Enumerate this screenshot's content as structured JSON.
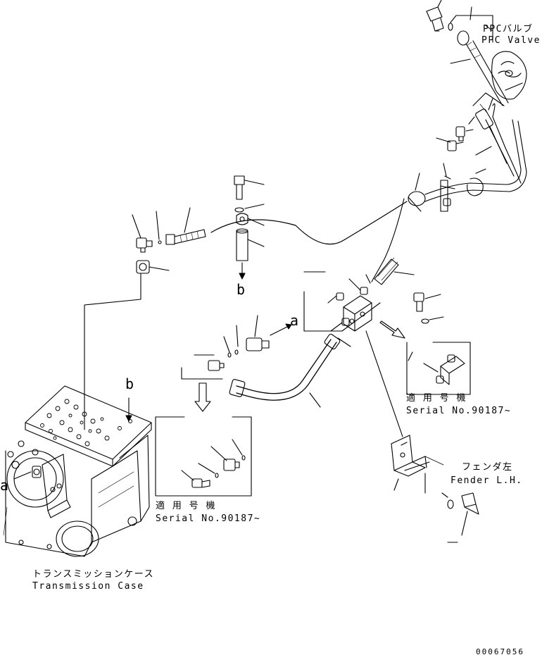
{
  "labels": {
    "ppc_valve_jp": "PPCバルブ",
    "ppc_valve_en": "PPC Valve",
    "transmission_case_jp": "トランスミッションケース",
    "transmission_case_en": "Transmission Case",
    "fender_jp": "フェンダ左",
    "fender_en": "Fender L.H.",
    "serial_applies_jp": "適 用 号 機",
    "serial_applies_en": "Serial No.90187~",
    "serial_applies_jp_2": "適 用 号 機",
    "serial_applies_en_2": "Serial No.90187~",
    "ref_a_1": "a",
    "ref_a_2": "a",
    "ref_b_1": "b",
    "ref_b_2": "b",
    "drawing_number": "00067056"
  }
}
